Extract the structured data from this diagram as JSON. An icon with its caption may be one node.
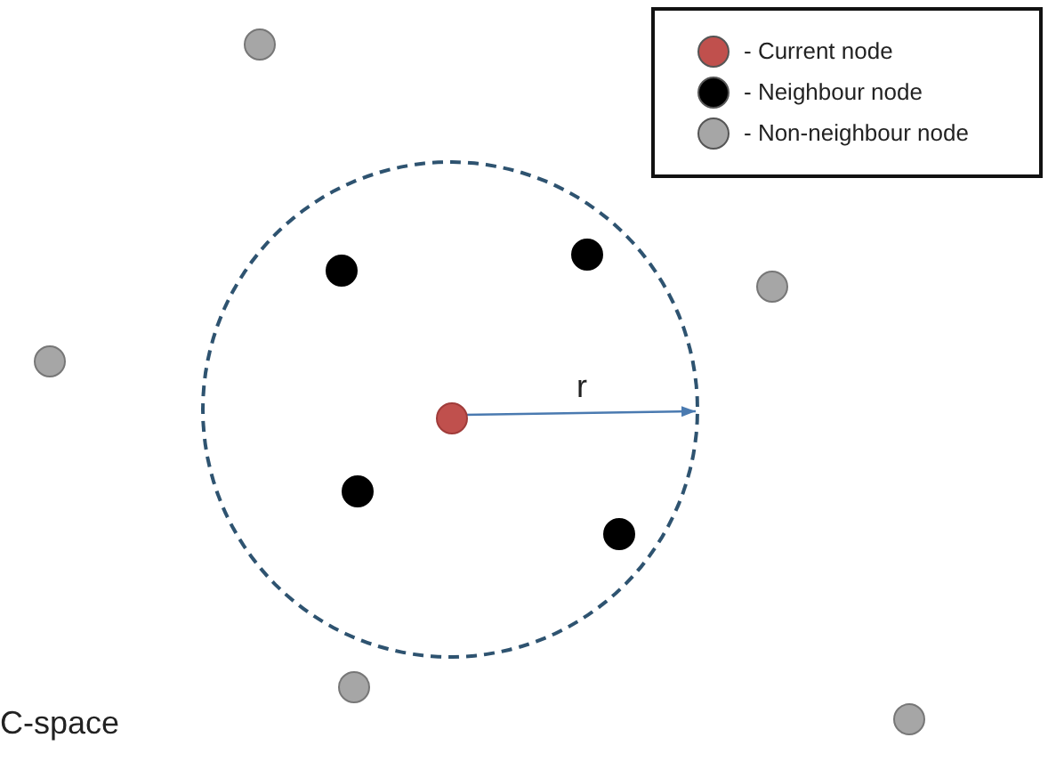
{
  "diagram": {
    "nodes": [
      {
        "text": [],
        "shape": "circle"
      },
      {
        "text": [],
        "shape": "circle",
        "in": 0
      },
      {
        "text": [],
        "shape": "circle",
        "in": 0
      },
      {
        "text": [],
        "shape": "circle",
        "in": 0
      },
      {
        "text": [],
        "shape": "circle",
        "in": 0
      },
      {
        "text": [],
        "shape": "circle",
        "in": 0
      },
      {
        "text": [],
        "shape": "circle"
      },
      {
        "text": [],
        "shape": "circle"
      },
      {
        "text": [],
        "shape": "circle"
      },
      {
        "text": [],
        "shape": "circle"
      },
      {
        "text": [],
        "shape": "circle"
      }
    ],
    "edges": [
      {
        "from": 1,
        "to": 0,
        "arrow": "to",
        "label": "r"
      }
    ],
    "labels": [
      "C-space"
    ],
    "legend": [
      {
        "text": "- Current node",
        "color": "#c0504d"
      },
      {
        "text": "- Neighbour node",
        "color": "#000000"
      },
      {
        "text": "- Non-neighbour node",
        "color": "#a6a6a6"
      }
    ]
  }
}
